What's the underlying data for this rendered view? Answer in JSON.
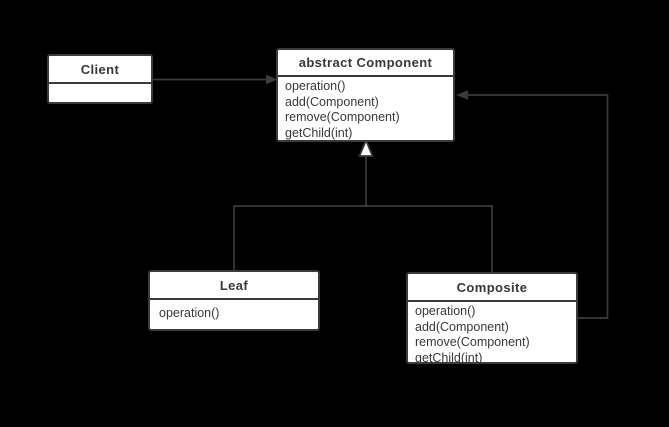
{
  "diagram": {
    "kind": "uml-class-diagram",
    "pattern": "Composite",
    "colors": {
      "background": "#000000",
      "node_fill": "#ffffff",
      "stroke": "#3b3b3b",
      "text": "#383838"
    }
  },
  "nodes": {
    "client": {
      "title": "Client",
      "methods": []
    },
    "component": {
      "title": "abstract Component",
      "methods": [
        "operation()",
        "add(Component)",
        "remove(Component)",
        "getChild(int)"
      ]
    },
    "leaf": {
      "title": "Leaf",
      "methods": [
        "operation()"
      ]
    },
    "composite": {
      "title": "Composite",
      "methods": [
        "operation()",
        "add(Component)",
        "remove(Component)",
        "getChild(int)"
      ]
    }
  },
  "edges": [
    {
      "id": "client-to-component",
      "type": "directed-association",
      "from": "Client",
      "to": "abstract Component",
      "arrowhead": "filled-triangle"
    },
    {
      "id": "composite-to-component",
      "type": "directed-association",
      "from": "Composite",
      "to": "abstract Component",
      "arrowhead": "filled-triangle"
    },
    {
      "id": "leaf-generalization",
      "type": "generalization",
      "from": "Leaf",
      "to": "abstract Component",
      "arrowhead": "hollow-triangle"
    },
    {
      "id": "composite-generalization",
      "type": "generalization",
      "from": "Composite",
      "to": "abstract Component",
      "arrowhead": "hollow-triangle"
    }
  ]
}
